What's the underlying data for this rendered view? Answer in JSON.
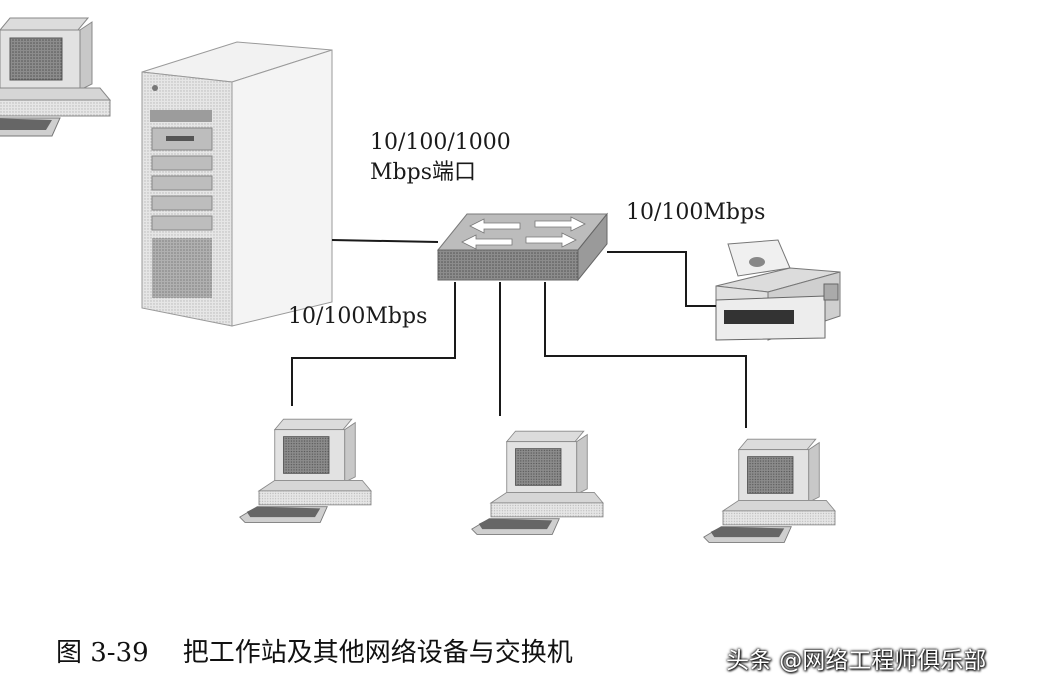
{
  "labels": {
    "server_port_line1": "10/100/1000",
    "server_port_line2": "Mbps端口",
    "printer_port": "10/100Mbps",
    "workstation_port": "10/100Mbps"
  },
  "caption": {
    "figure_number": "图 3-39",
    "text": "把工作站及其他网络设备与交换机"
  },
  "watermark": "头条 @网络工程师俱乐部",
  "colors": {
    "line": "#1a1a1a",
    "device_light": "#ececec",
    "device_mid": "#cfcfcf",
    "device_dark": "#8a8a8a"
  }
}
